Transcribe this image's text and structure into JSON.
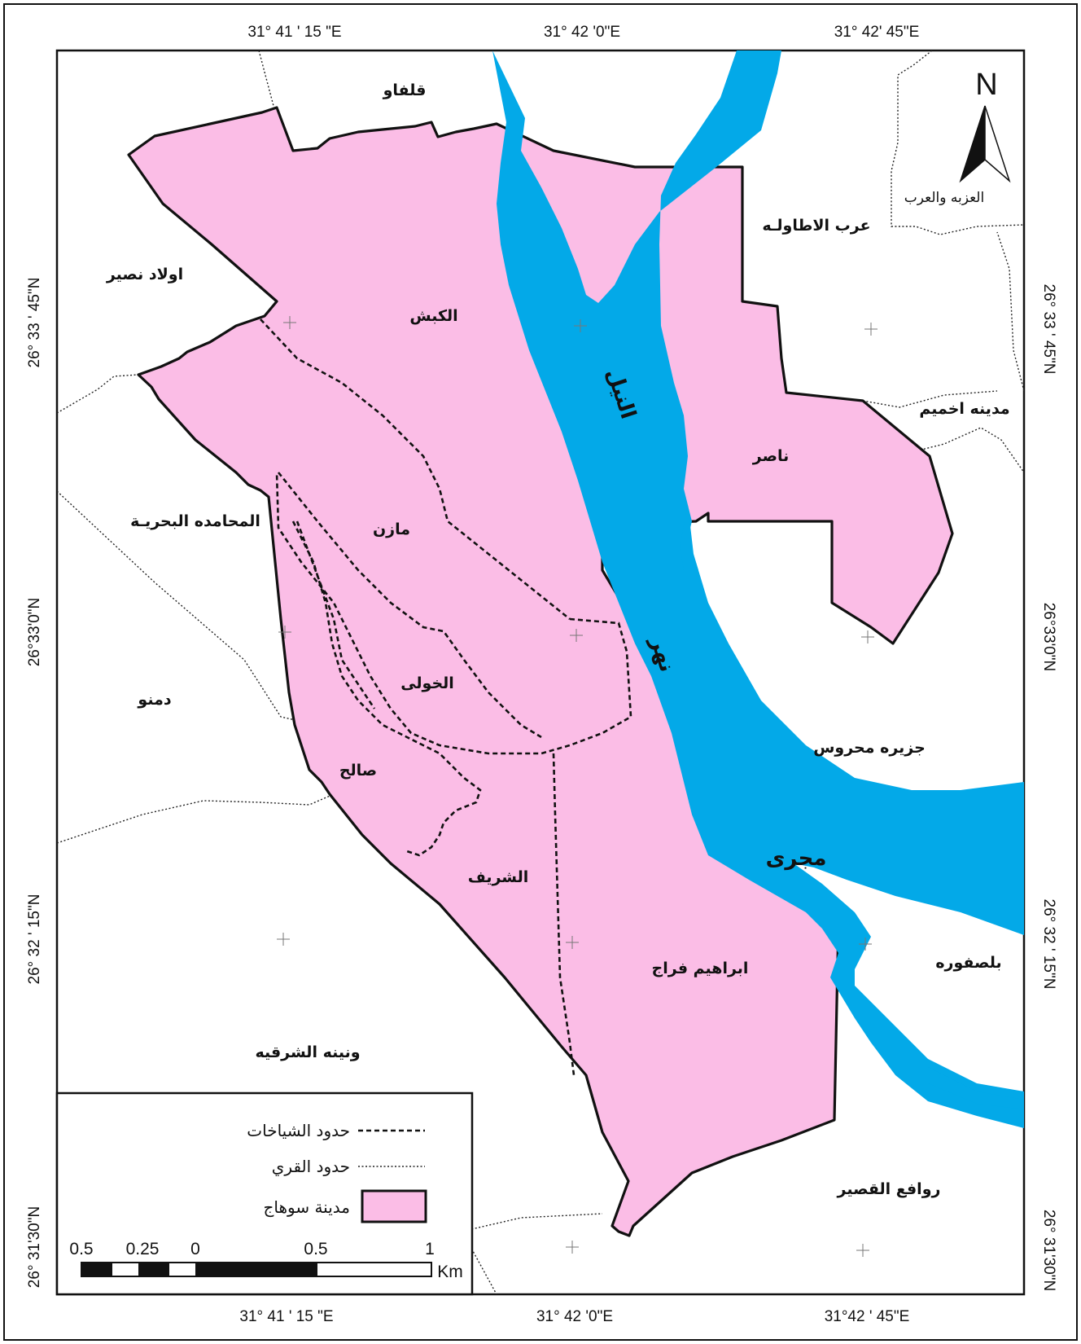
{
  "colors": {
    "city_fill": "#FBBDE6",
    "river": "#03A9E8",
    "boundary": "#111111"
  },
  "north_arrow": {
    "letter": "N",
    "icon": "north-arrow-icon"
  },
  "coords": {
    "top": [
      "31° 41 ' 15 \"E",
      "31° 42 '0\"E",
      "31° 42' 45\"E"
    ],
    "bottom": [
      "31° 41 ' 15 \"E",
      "31° 42 '0\"E",
      "31°42 ' 45\"E"
    ],
    "left": [
      "26° 33 ' 45\"N",
      "26°33'0\"N",
      "26° 32 ' 15\"N",
      "26° 31'30\"N"
    ],
    "right": [
      "26° 33 ' 45\"N",
      "26°33'0\"N",
      "26° 32 ' 15\"N",
      "26° 31'30\"N"
    ]
  },
  "labels": {
    "qalfaw": "قلفاو",
    "aulad_naseer": "اولاد نصير",
    "al_kabsh": "الكبش",
    "arab_atawla": "عرب الاطاولـه",
    "azba_arab": "العزبه والعرب",
    "akhmim": "مدينه اخميم",
    "nasser": "ناصر",
    "mazen": "مازن",
    "mahamda": "المحامده البحريـة",
    "khawli": "الخولى",
    "damnu": "دمنو",
    "saleh": "صالح",
    "mahrous": "جزيره محروس",
    "sharif": "الشريف",
    "majra": "مجرى",
    "ibrahim": "ابراهيم فراج",
    "balasfura": "بلصفوره",
    "wanina": "ونينه الشرقيه",
    "rawafe": "روافع القصير",
    "nahr": "نهر",
    "nile": "النيل"
  },
  "legend": {
    "shiakha": "حدود الشياخات",
    "villages": "حدود القري",
    "city": "مدينة سوهاج"
  },
  "scale": {
    "ticks": [
      "0.5",
      "0.25",
      "0",
      "0.5",
      "1"
    ],
    "unit": "Km"
  }
}
